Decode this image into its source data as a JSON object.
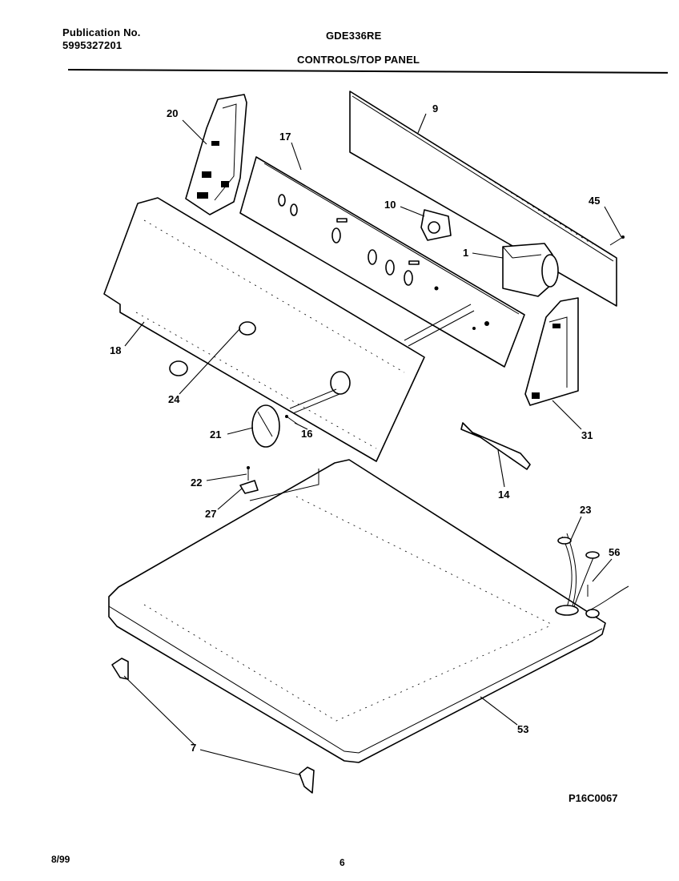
{
  "header": {
    "publication_label": "Publication No.",
    "publication_number": "5995327201",
    "model": "GDE336RE",
    "section_title": "CONTROLS/TOP PANEL"
  },
  "diagram": {
    "drawing_code": "P16C0067",
    "callouts": {
      "c1": "1",
      "c7": "7",
      "c9": "9",
      "c10": "10",
      "c14": "14",
      "c16": "16",
      "c17": "17",
      "c18": "18",
      "c20": "20",
      "c21": "21",
      "c22": "22",
      "c23": "23",
      "c24": "24",
      "c27": "27",
      "c31": "31",
      "c45": "45",
      "c53": "53",
      "c56": "56"
    }
  },
  "footer": {
    "date": "8/99",
    "page": "6"
  }
}
